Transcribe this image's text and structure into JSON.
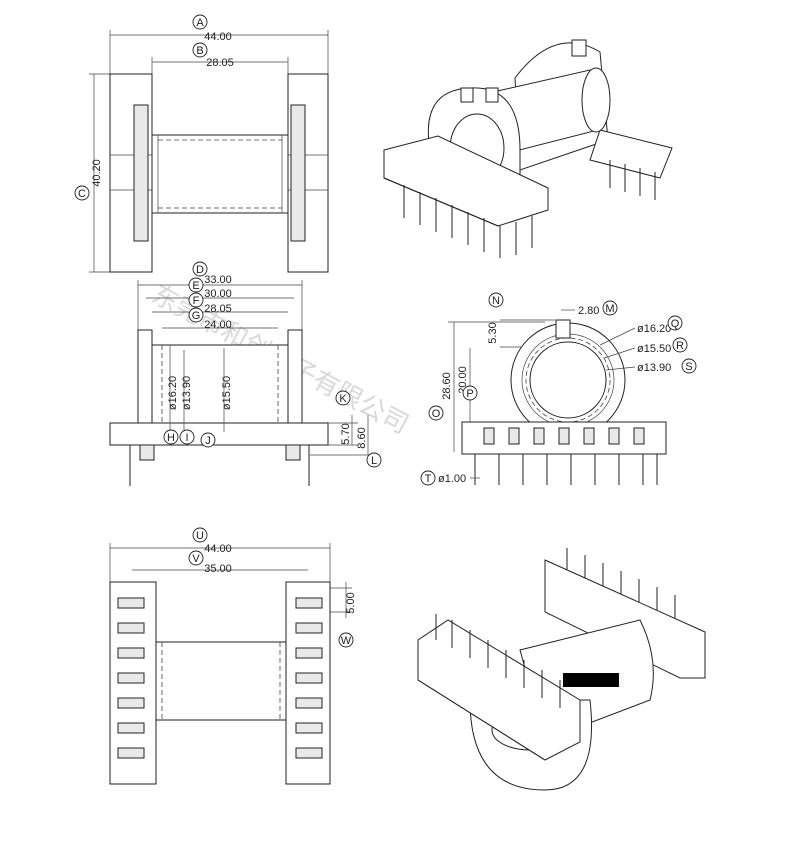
{
  "labels": {
    "A": "A",
    "B": "B",
    "C": "C",
    "D": "D",
    "E": "E",
    "F": "F",
    "G": "G",
    "H": "H",
    "I": "I",
    "J": "J",
    "K": "K",
    "L": "L",
    "M": "M",
    "N": "N",
    "O": "O",
    "P": "P",
    "Q": "Q",
    "R": "R",
    "S": "S",
    "T": "T",
    "U": "U",
    "V": "V",
    "W": "W"
  },
  "dims": {
    "A": "44.00",
    "B": "28.05",
    "C": "40.20",
    "D": "33.00",
    "E": "30.00",
    "F": "28.05",
    "G": "24.00",
    "H": "ø16.20",
    "I": "ø13.90",
    "J": "ø15.50",
    "K": "5.70",
    "L": "8.60",
    "M": "2.80",
    "N": "5.30",
    "O": "28.60",
    "P": "20.00",
    "Q": "ø16.20",
    "R": "ø15.50",
    "S": "ø13.90",
    "T": "ø1.00",
    "U": "44.00",
    "V": "35.00",
    "W": "5.00"
  },
  "watermark": "东莞市和创电子有限公司"
}
